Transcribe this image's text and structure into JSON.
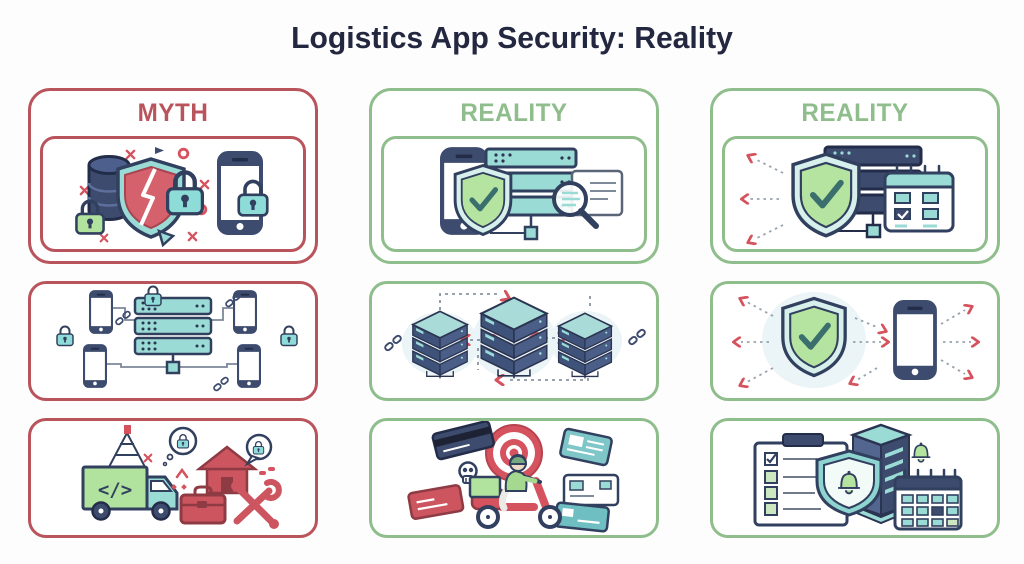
{
  "title": "Logistics App Security: Reality",
  "columns": [
    {
      "label": "MYTH",
      "theme": "myth",
      "cards": [
        {
          "name": "myth-breach",
          "icons": [
            "database-icon",
            "broken-shield-icon",
            "padlock-icon",
            "green-padlock-icon",
            "smartphone-icon",
            "phone-padlock-icon",
            "x-mark-icon",
            "circle-mark-icon"
          ]
        },
        {
          "name": "myth-network",
          "icons": [
            "server-rack-icon",
            "smartphone-icon",
            "padlock-icon",
            "broken-link-icon",
            "network-node-icon"
          ]
        },
        {
          "name": "myth-delivery",
          "icons": [
            "code-truck-icon",
            "antenna-mast-icon",
            "thought-bubble-padlock-icon",
            "house-icon",
            "speech-bubble-padlock-icon",
            "toolbox-icon",
            "crossed-tools-icon"
          ]
        }
      ]
    },
    {
      "label": "REALITY",
      "theme": "reality",
      "cards": [
        {
          "name": "reality-verified-stack",
          "icons": [
            "smartphone-icon",
            "shield-check-icon",
            "server-rack-icon",
            "document-icon",
            "magnifier-icon"
          ]
        },
        {
          "name": "reality-synced-servers",
          "icons": [
            "iso-server-icon",
            "dashed-arrow-icon",
            "broken-link-icon"
          ]
        },
        {
          "name": "reality-courier-target",
          "icons": [
            "target-icon",
            "delivery-scooter-icon",
            "credit-card-icon",
            "id-card-icon",
            "skull-icon"
          ]
        }
      ]
    },
    {
      "label": "REALITY",
      "theme": "reality",
      "cards": [
        {
          "name": "reality-shield-schedule",
          "icons": [
            "shield-check-icon",
            "server-rack-icon",
            "calendar-icon",
            "dashed-arrow-icon"
          ]
        },
        {
          "name": "reality-shield-phone",
          "icons": [
            "shield-check-icon",
            "smartphone-icon",
            "dashed-arrow-icon"
          ]
        },
        {
          "name": "reality-audit-alerts",
          "icons": [
            "checklist-clipboard-icon",
            "shield-bell-icon",
            "server-tower-icon",
            "bell-icon",
            "calendar-icon"
          ]
        }
      ]
    }
  ],
  "labels": {
    "truck_code": "</>"
  },
  "colors": {
    "page_bg": "#fdfdfd",
    "myth_red": "#b9545c",
    "reality_green": "#8fbe8c",
    "title_navy": "#232840",
    "outline_navy": "#32405f",
    "teal": "#8edcd8",
    "light_green": "#b2e39e",
    "alert_red": "#d4535e",
    "server_navy": "#3d4b6e"
  }
}
